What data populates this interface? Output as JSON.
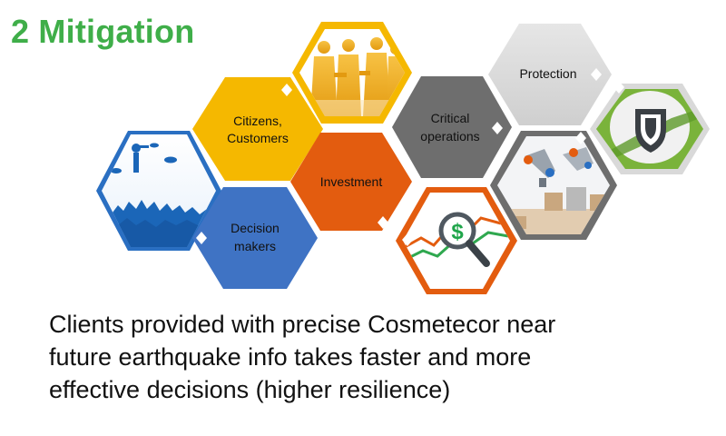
{
  "slide": {
    "title": "2 Mitigation",
    "hexagons": {
      "citizens": {
        "label_line1": "Citizens,",
        "label_line2": "Customers"
      },
      "critical": {
        "label_line1": "Critical",
        "label_line2": "operations"
      },
      "protection": {
        "label": "Protection"
      },
      "investment": {
        "label": "Investment"
      },
      "decision": {
        "label_line1": "Decision",
        "label_line2": "makers"
      }
    },
    "caption": {
      "line1": "Clients provided with precise Cosmetecor near",
      "line2": "future earthquake info takes faster and more",
      "line3": "effective decisions (higher resilience)"
    }
  },
  "colors": {
    "title": "#3fae49",
    "citizens": "#f5b800",
    "investment": "#e35c0f",
    "decision": "#3f73c4",
    "critical": "#6e6e6e",
    "protection": "#d9d9d9",
    "image_frame_blue": "#2a6fc2",
    "image_frame_yellow": "#f5b800",
    "image_frame_orange": "#e35c0f",
    "image_frame_gray": "#6e6e6e",
    "image_frame_green": "#7ab33b"
  }
}
